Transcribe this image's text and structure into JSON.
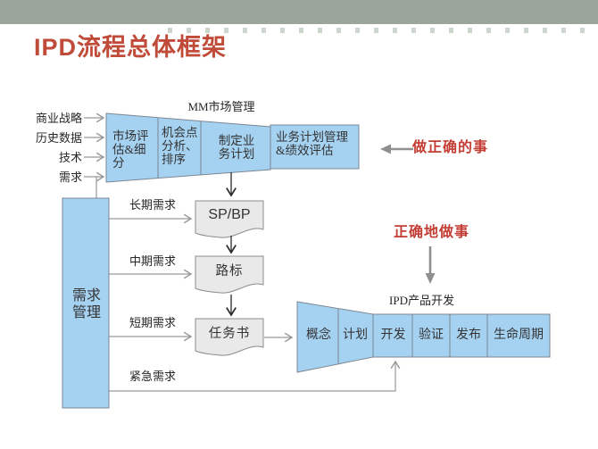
{
  "slide": {
    "title": "IPD流程总体框架"
  },
  "inputs": [
    {
      "label": "商业战略"
    },
    {
      "label": "历史数据"
    },
    {
      "label": "技术"
    },
    {
      "label": "需求"
    }
  ],
  "market_mgmt": {
    "title": "MM市场管理",
    "stages": [
      {
        "label": "市场评估&细分"
      },
      {
        "label": "机会点分析、排序"
      },
      {
        "label": "制定业务计划"
      },
      {
        "label": "业务计划管理&绩效评估"
      }
    ]
  },
  "documents": [
    {
      "label": "SP/BP"
    },
    {
      "label": "路标"
    },
    {
      "label": "任务书"
    }
  ],
  "requirement_box": {
    "label": "需求管理"
  },
  "demand_flows": [
    {
      "label": "长期需求"
    },
    {
      "label": "中期需求"
    },
    {
      "label": "短期需求"
    },
    {
      "label": "紧急需求"
    }
  ],
  "annotations": {
    "do_right_thing": "做正确的事",
    "do_thing_right": "正确地做事"
  },
  "product_dev": {
    "title": "IPD产品开发",
    "stages": [
      {
        "label": "概念"
      },
      {
        "label": "计划"
      },
      {
        "label": "开发"
      },
      {
        "label": "验证"
      },
      {
        "label": "发布"
      },
      {
        "label": "生命周期"
      }
    ]
  },
  "colors": {
    "top_bar": "#9aa69c",
    "title_red": "#c04b39",
    "annotation_red": "#c43d35",
    "funnel_fill": "#a6d2f2",
    "funnel_border": "#7b8794",
    "doc_fill": "#e9e9e9",
    "line_gray": "#999999",
    "arrow_black": "#2a2a2a"
  }
}
